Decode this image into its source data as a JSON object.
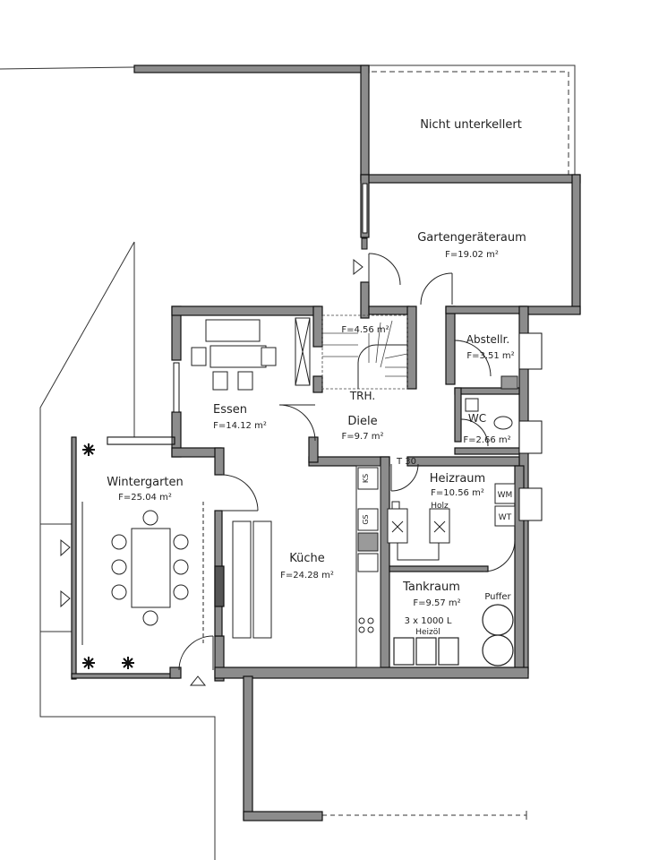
{
  "rooms": {
    "nicht_unterkellert": {
      "name": "Nicht unterkellert"
    },
    "gartengeraeteraum": {
      "name": "Gartengeräteraum",
      "area": "F=19.02 m²"
    },
    "treppe": {
      "area": "F=4.56 m²",
      "label": "TRH."
    },
    "abstellraum": {
      "name": "Abstellr.",
      "area": "F=3.51 m²"
    },
    "wc": {
      "name": "WC",
      "area": "F=2.66 m²"
    },
    "essen": {
      "name": "Essen",
      "area": "F=14.12 m²"
    },
    "diele": {
      "name": "Diele",
      "area": "F=9.7 m²"
    },
    "wintergarten": {
      "name": "Wintergarten",
      "area": "F=25.04 m²"
    },
    "kueche": {
      "name": "Küche",
      "area": "F=24.28 m²"
    },
    "heizraum": {
      "name": "Heizraum",
      "area": "F=10.56 m²",
      "door_rating": "T 30",
      "heater_label": "Holz"
    },
    "tankraum": {
      "name": "Tankraum",
      "area": "F=9.57 m²",
      "tank_label_1": "3 x 1000 L",
      "tank_label_2": "Heizöl",
      "buffer_label": "Puffer"
    }
  },
  "appliances": {
    "ks": "KS",
    "gs": "GS",
    "wm": "WM",
    "wt": "WT"
  },
  "colors": {
    "wall_fill": "#8c8c8c",
    "wall_stroke": "#111111",
    "line": "#222222"
  }
}
